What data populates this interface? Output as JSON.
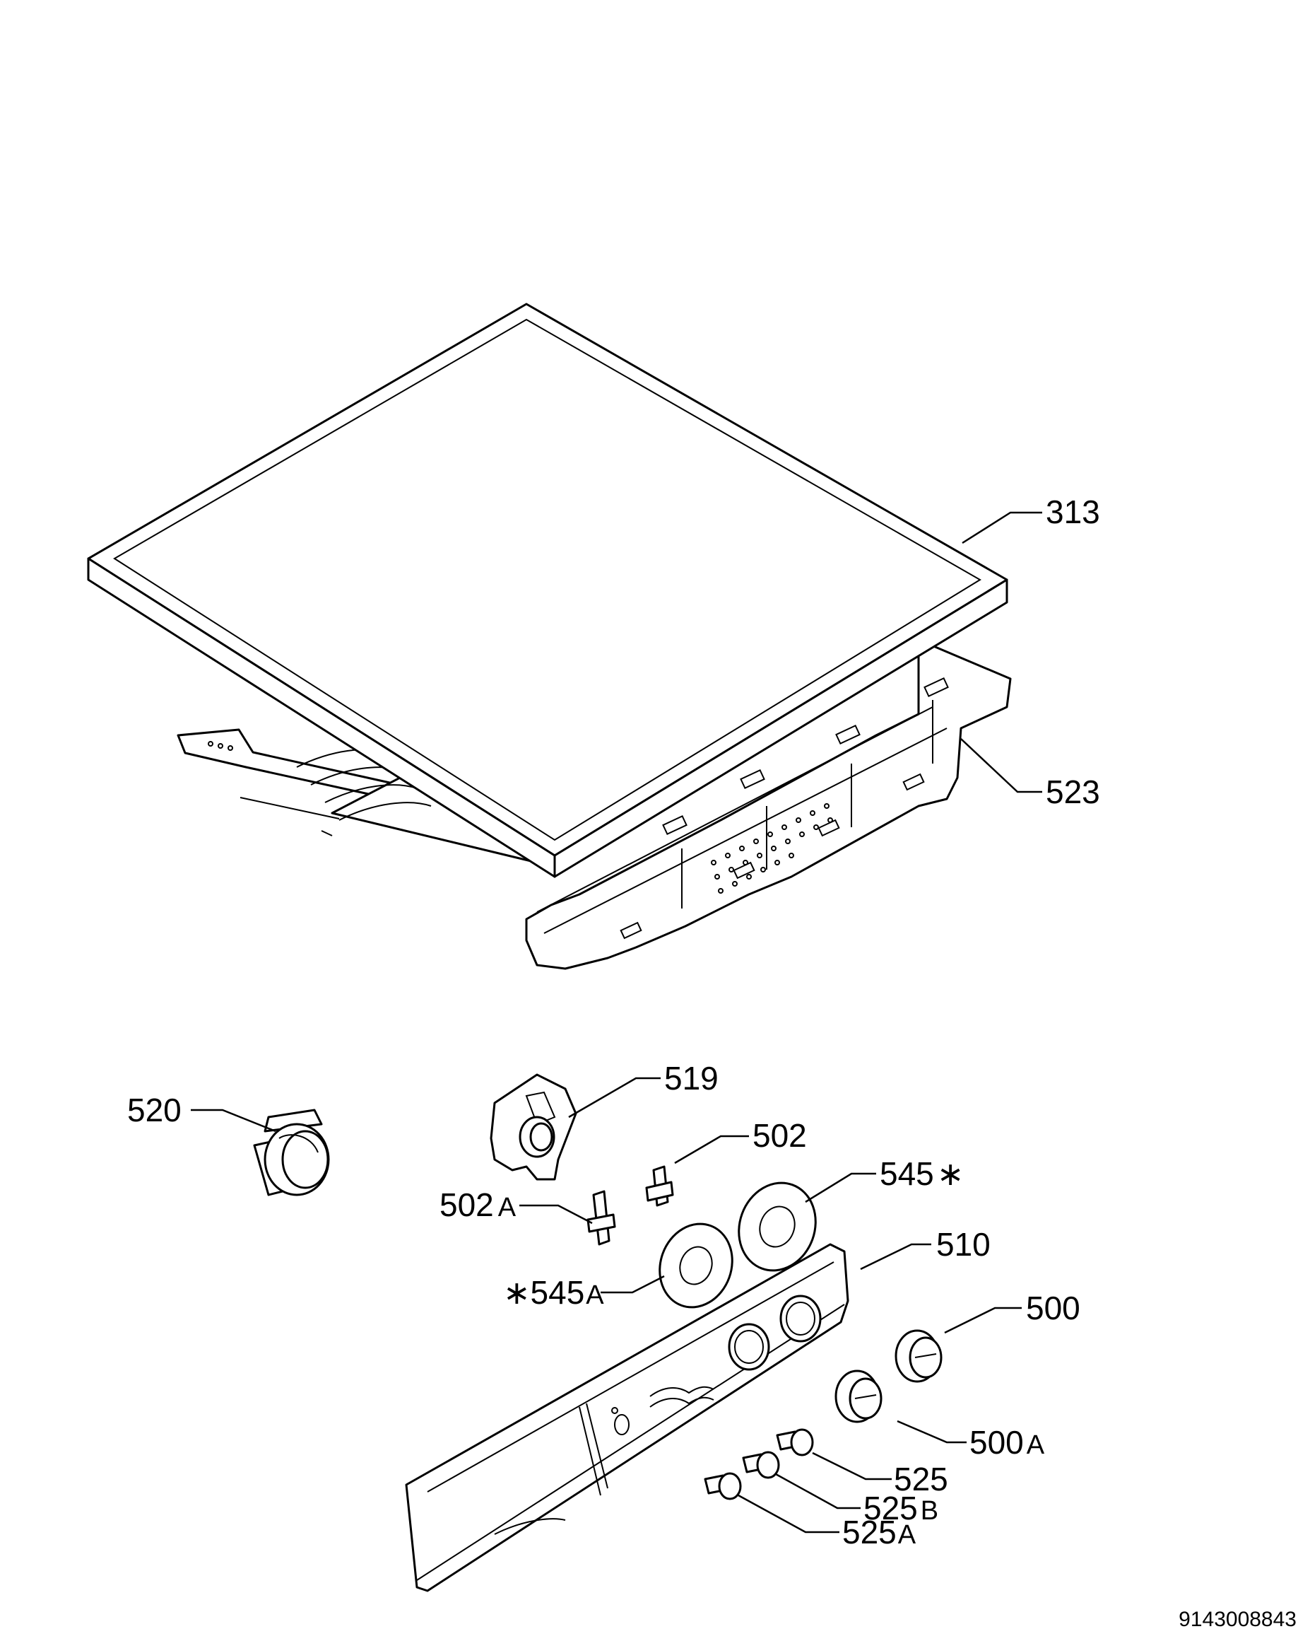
{
  "drawing_ref": "9143008843",
  "parts": [
    {
      "id": "313",
      "num": "313",
      "suffix": "",
      "star_before": false,
      "star_after": false
    },
    {
      "id": "523",
      "num": "523",
      "suffix": "",
      "star_before": false,
      "star_after": false
    },
    {
      "id": "520",
      "num": "520",
      "suffix": "",
      "star_before": false,
      "star_after": false
    },
    {
      "id": "519",
      "num": "519",
      "suffix": "",
      "star_before": false,
      "star_after": false
    },
    {
      "id": "502",
      "num": "502",
      "suffix": "",
      "star_before": false,
      "star_after": false
    },
    {
      "id": "502A",
      "num": "502",
      "suffix": "A",
      "star_before": false,
      "star_after": false
    },
    {
      "id": "545",
      "num": "545",
      "suffix": "",
      "star_before": false,
      "star_after": true
    },
    {
      "id": "545A",
      "num": "545",
      "suffix": "A",
      "star_before": true,
      "star_after": false
    },
    {
      "id": "510",
      "num": "510",
      "suffix": "",
      "star_before": false,
      "star_after": false
    },
    {
      "id": "500",
      "num": "500",
      "suffix": "",
      "star_before": false,
      "star_after": false
    },
    {
      "id": "500A",
      "num": "500",
      "suffix": "A",
      "star_before": false,
      "star_after": false
    },
    {
      "id": "525",
      "num": "525",
      "suffix": "",
      "star_before": false,
      "star_after": false
    },
    {
      "id": "525B",
      "num": "525",
      "suffix": "B",
      "star_before": false,
      "star_after": false
    },
    {
      "id": "525A",
      "num": "525",
      "suffix": "A",
      "star_before": false,
      "star_after": false
    }
  ]
}
